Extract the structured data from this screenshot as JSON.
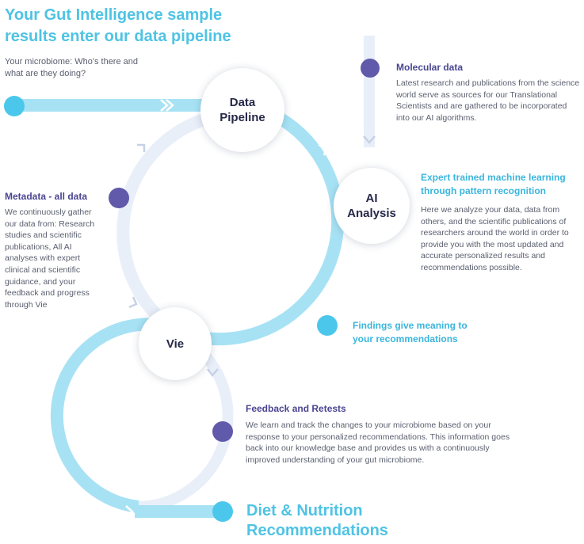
{
  "title": "Your Gut Intelligence sample results enter our data pipeline",
  "intro": "Your microbiome: Who's there and what are they doing?",
  "nodes": {
    "data_pipeline": "Data Pipeline",
    "ai_analysis": "AI Analysis",
    "vie": "Vie"
  },
  "sections": {
    "molecular": {
      "heading": "Molecular data",
      "body": "Latest research and publications from the science world serve as sources for our Translational Scientists and are gathered to be incorporated into our AI algorithms."
    },
    "expert": {
      "heading": "Expert trained machine learning through pattern recognition",
      "body": "Here we analyze your data, data from others, and the scientific publications of researchers around the world in order to provide you with the most updated and accurate personalized results and recommendations possible."
    },
    "metadata": {
      "heading": "Metadata - all data",
      "body": "We continuously gather our data from: Research studies and scientific publications, All AI analyses with expert clinical and scientific guidance, and your feedback and progress through Vie"
    },
    "findings": {
      "heading": "Findings give meaning to your recommendations"
    },
    "feedback": {
      "heading": "Feedback and Retests",
      "body": "We learn and track the changes to your microbiome based on your response to your personalized recommendations. This information goes back into our knowledge base and provides us with a continuously improved understanding of your gut microbiome."
    }
  },
  "final_label": "Diet & Nutrition Recommendations",
  "colors": {
    "accent_cyan": "#4fc3e4",
    "track_cyan": "#a7e2f4",
    "track_pale": "#e9eff9",
    "node_text": "#262848",
    "purple_dot": "#6159aa",
    "cyan_dot": "#4cc7ec"
  }
}
